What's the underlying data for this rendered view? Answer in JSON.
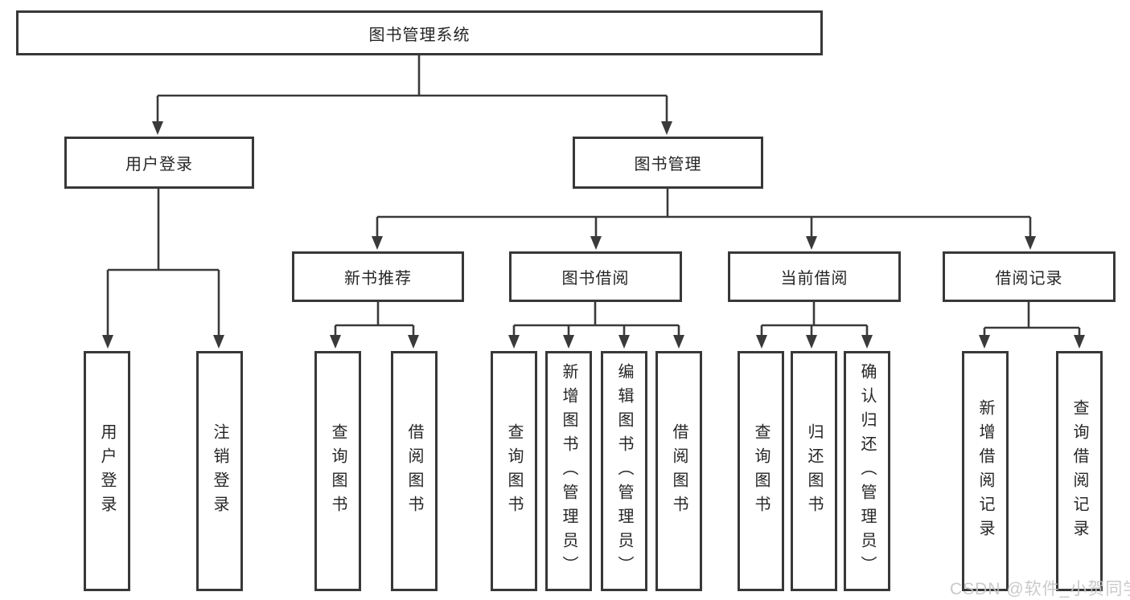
{
  "diagram": {
    "title": "图书管理系统",
    "level2": [
      {
        "label": "用户登录"
      },
      {
        "label": "图书管理"
      }
    ],
    "level3": [
      {
        "label": "新书推荐"
      },
      {
        "label": "图书借阅"
      },
      {
        "label": "当前借阅"
      },
      {
        "label": "借阅记录"
      }
    ],
    "leaves": [
      {
        "label": "用户登录"
      },
      {
        "label": "注销登录"
      },
      {
        "label": "查询图书"
      },
      {
        "label": "借阅图书"
      },
      {
        "label": "查询图书"
      },
      {
        "label": "新增图书（管理员）"
      },
      {
        "label": "编辑图书（管理员）"
      },
      {
        "label": "借阅图书"
      },
      {
        "label": "查询图书"
      },
      {
        "label": "归还图书"
      },
      {
        "label": "确认归还（管理员）"
      },
      {
        "label": "新增借阅记录"
      },
      {
        "label": "查询借阅记录"
      }
    ],
    "watermark": "CSDN @软件_小贺同学",
    "colors": {
      "line": "#3a3a3a",
      "box_border": "#383838",
      "box_fill": "#ffffff",
      "text": "#262626",
      "watermark": "#c6c6c6"
    }
  }
}
